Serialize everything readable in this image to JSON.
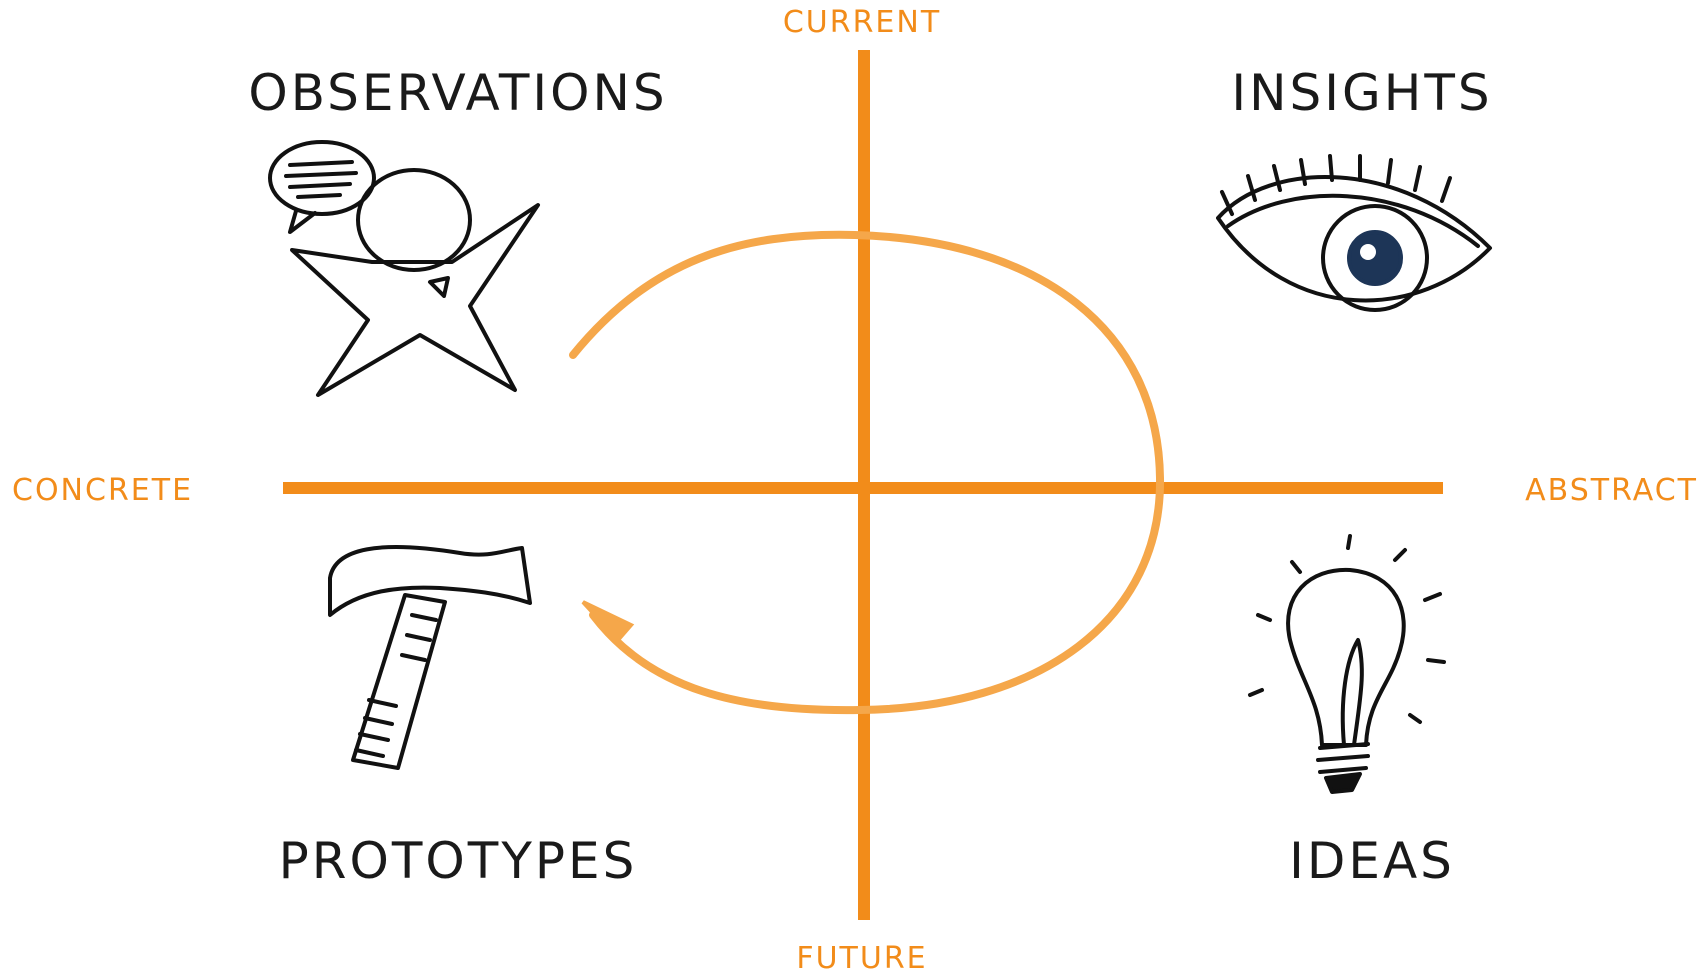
{
  "colors": {
    "axis": "#f28c1a",
    "cycle_arrow": "#f5a74a",
    "ink": "#111111",
    "pupil": "#1d3557"
  },
  "axes": {
    "top": "CURRENT",
    "bottom": "FUTURE",
    "left": "CONCRETE",
    "right": "ABSTRACT"
  },
  "quadrants": {
    "top_left": {
      "title": "OBSERVATIONS",
      "icon": "person-icon"
    },
    "top_right": {
      "title": "INSIGHTS",
      "icon": "eye-icon"
    },
    "bottom_left": {
      "title": "PROTOTYPES",
      "icon": "hammer-icon"
    },
    "bottom_right": {
      "title": "IDEAS",
      "icon": "lightbulb-icon"
    }
  }
}
